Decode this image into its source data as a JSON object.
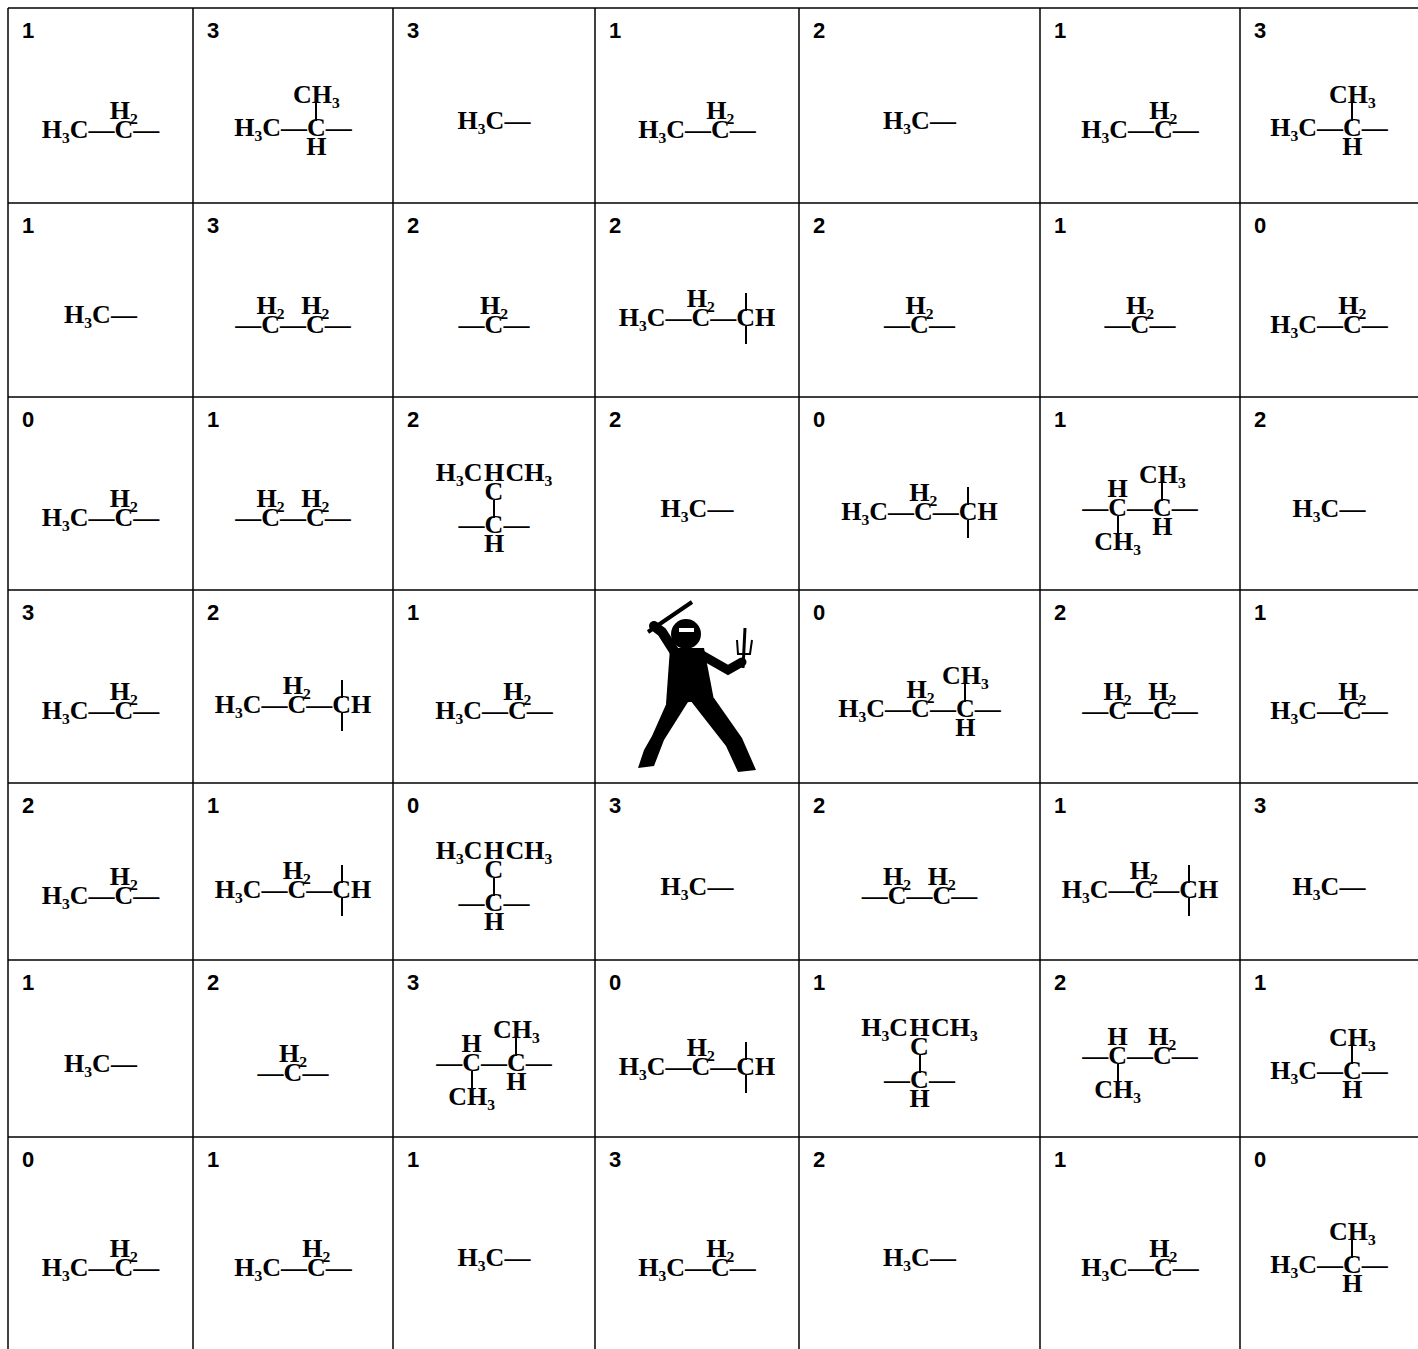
{
  "diagram": {
    "nodes": [
      {
        "text": [
          "1",
          "H₂",
          "H₃C—C—"
        ]
      },
      {
        "text": [
          "3",
          "CH₃",
          "H₃C—C—",
          "H"
        ]
      },
      {
        "text": [
          "3",
          "H₃C—"
        ]
      },
      {
        "text": [
          "1",
          "H₂",
          "H₃C—C—"
        ]
      },
      {
        "text": [
          "2",
          "H₃C—"
        ]
      },
      {
        "text": [
          "1",
          "H₂",
          "H₃C—C—"
        ]
      },
      {
        "text": [
          "3",
          "CH₃",
          "H₃C—C—",
          "H"
        ]
      },
      {
        "text": [
          "1",
          "H₃C—"
        ]
      },
      {
        "text": [
          "3",
          "H₂",
          "H₂",
          "—C—C—"
        ]
      },
      {
        "text": [
          "2",
          "H₂",
          "—C—"
        ]
      },
      {
        "text": [
          "2",
          "H₂",
          "H₃C—C—CH"
        ]
      },
      {
        "text": [
          "2",
          "H₂",
          "—C—"
        ]
      },
      {
        "text": [
          "1",
          "H₂",
          "—C—"
        ]
      },
      {
        "text": [
          "0",
          "H₂",
          "H₃C—C—"
        ]
      },
      {
        "text": [
          "0",
          "H₂",
          "H₃C—C—"
        ]
      },
      {
        "text": [
          "1",
          "H₂",
          "H₂",
          "—C—C—"
        ]
      },
      {
        "text": [
          "2",
          "H₃C",
          "H",
          "CH₃",
          "C",
          "—C—",
          "H"
        ]
      },
      {
        "text": [
          "2",
          "H₃C—"
        ]
      },
      {
        "text": [
          "0",
          "H₂",
          "H₃C—C—CH"
        ]
      },
      {
        "text": [
          "1",
          "H",
          "CH₃",
          "—C—C—",
          "CH₃",
          "H"
        ]
      },
      {
        "text": [
          "2",
          "H₃C—"
        ]
      },
      {
        "text": [
          "3",
          "H₂",
          "H₃C—C—"
        ]
      },
      {
        "text": [
          "2",
          "H₂",
          "H₃C—C—CH"
        ]
      },
      {
        "text": [
          "1",
          "H₂",
          "H₃C—C—"
        ]
      },
      {
        "text": [
          "0",
          "H₂",
          "CH₃",
          "H₃C—C—C—",
          "H"
        ]
      },
      {
        "text": [
          "2",
          "H₂",
          "H₂",
          "—C—C—"
        ]
      },
      {
        "text": [
          "1",
          "H₂",
          "H₃C—C—"
        ]
      },
      {
        "text": [
          "2",
          "H₂",
          "H₃C—C—"
        ]
      },
      {
        "text": [
          "1",
          "H₂",
          "H₃C—C—CH"
        ]
      },
      {
        "text": [
          "0",
          "H₃C",
          "H",
          "CH₃",
          "C",
          "—C—",
          "H"
        ]
      },
      {
        "text": [
          "3",
          "H₃C—"
        ]
      },
      {
        "text": [
          "2",
          "H₂",
          "H₂",
          "—C—C—"
        ]
      },
      {
        "text": [
          "1",
          "H₂",
          "H₃C—C—CH"
        ]
      },
      {
        "text": [
          "3",
          "H₃C—"
        ]
      },
      {
        "text": [
          "1",
          "H₃C—"
        ]
      },
      {
        "text": [
          "2",
          "H₂",
          "—C—"
        ]
      },
      {
        "text": [
          "3",
          "H",
          "CH₃",
          "—C—C—",
          "CH₃",
          "H"
        ]
      },
      {
        "text": [
          "0",
          "H₂",
          "H₃C—C—CH"
        ]
      },
      {
        "text": [
          "1",
          "H₃C",
          "H",
          "CH₃",
          "C",
          "—C—",
          "H"
        ]
      },
      {
        "text": [
          "2",
          "H",
          "H₂",
          "—C—C—",
          "CH₃"
        ]
      },
      {
        "text": [
          "1",
          "CH₃",
          "H₃C—C—",
          "H"
        ]
      },
      {
        "text": [
          "0",
          "H₂",
          "H₃C—C—"
        ]
      },
      {
        "text": [
          "1",
          "H₂",
          "H₃C—C—"
        ]
      },
      {
        "text": [
          "1",
          "H₃C—"
        ]
      },
      {
        "text": [
          "3",
          "H₂",
          "H₃C—C—"
        ]
      },
      {
        "text": [
          "2",
          "H₃C—"
        ]
      },
      {
        "text": [
          "1",
          "H₂",
          "H₃C—C—"
        ]
      },
      {
        "text": [
          "0",
          "CH₃",
          "H₃C—C—",
          "H"
        ]
      }
    ]
  }
}
